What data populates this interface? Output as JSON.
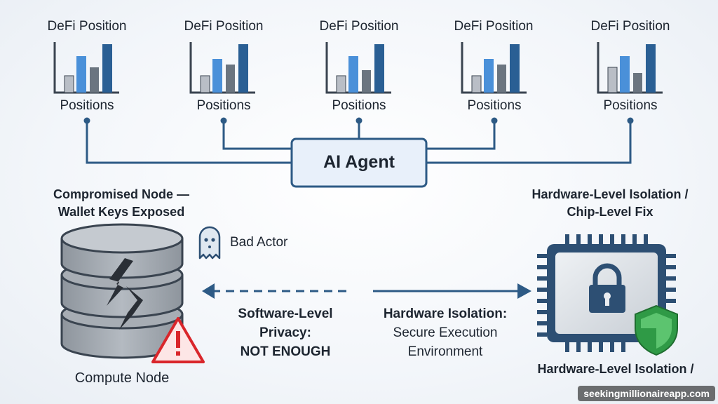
{
  "positions": [
    {
      "title": "DeFi Position",
      "label": "Positions"
    },
    {
      "title": "DeFi Position",
      "label": "Positions"
    },
    {
      "title": "DeFi Position",
      "label": "Positions"
    },
    {
      "title": "DeFi Position",
      "label": "Positions"
    },
    {
      "title": "DeFi Position",
      "label": "Positions"
    }
  ],
  "agent": {
    "label": "AI Agent"
  },
  "left": {
    "compromised_line1": "Compromised Node —",
    "compromised_line2": "Wallet Keys Exposed",
    "bad_actor": "Bad Actor",
    "node_label": "Compute Node",
    "software_line1": "Software-Level",
    "software_line2": "Privacy:",
    "software_line3": "NOT ENOUGH"
  },
  "right": {
    "isolation_top_line1": "Hardware-Level Isolation /",
    "isolation_top_line2": "Chip-Level Fix",
    "hardware_line1": "Hardware Isolation:",
    "hardware_line2": "Secure Execution",
    "hardware_line3": "Environment",
    "isolation_bottom_line1": "Hardware-Level Isolation /"
  },
  "watermark": "seekingmillionaireapp.com",
  "colors": {
    "connector": "#2d5a85",
    "agent_fill": "#e8f0fa",
    "bar_gray": "#b9bec6",
    "bar_blue": "#4a90d9",
    "bar_dark": "#6b7580",
    "bar_navy": "#2a5f94",
    "warning_red": "#d9262b",
    "shield_green": "#2f9a46"
  },
  "icons": [
    "bar-chart-icon",
    "database-icon",
    "lightning-crack-icon",
    "warning-icon",
    "ghost-icon",
    "chip-icon",
    "lock-icon",
    "shield-icon"
  ]
}
